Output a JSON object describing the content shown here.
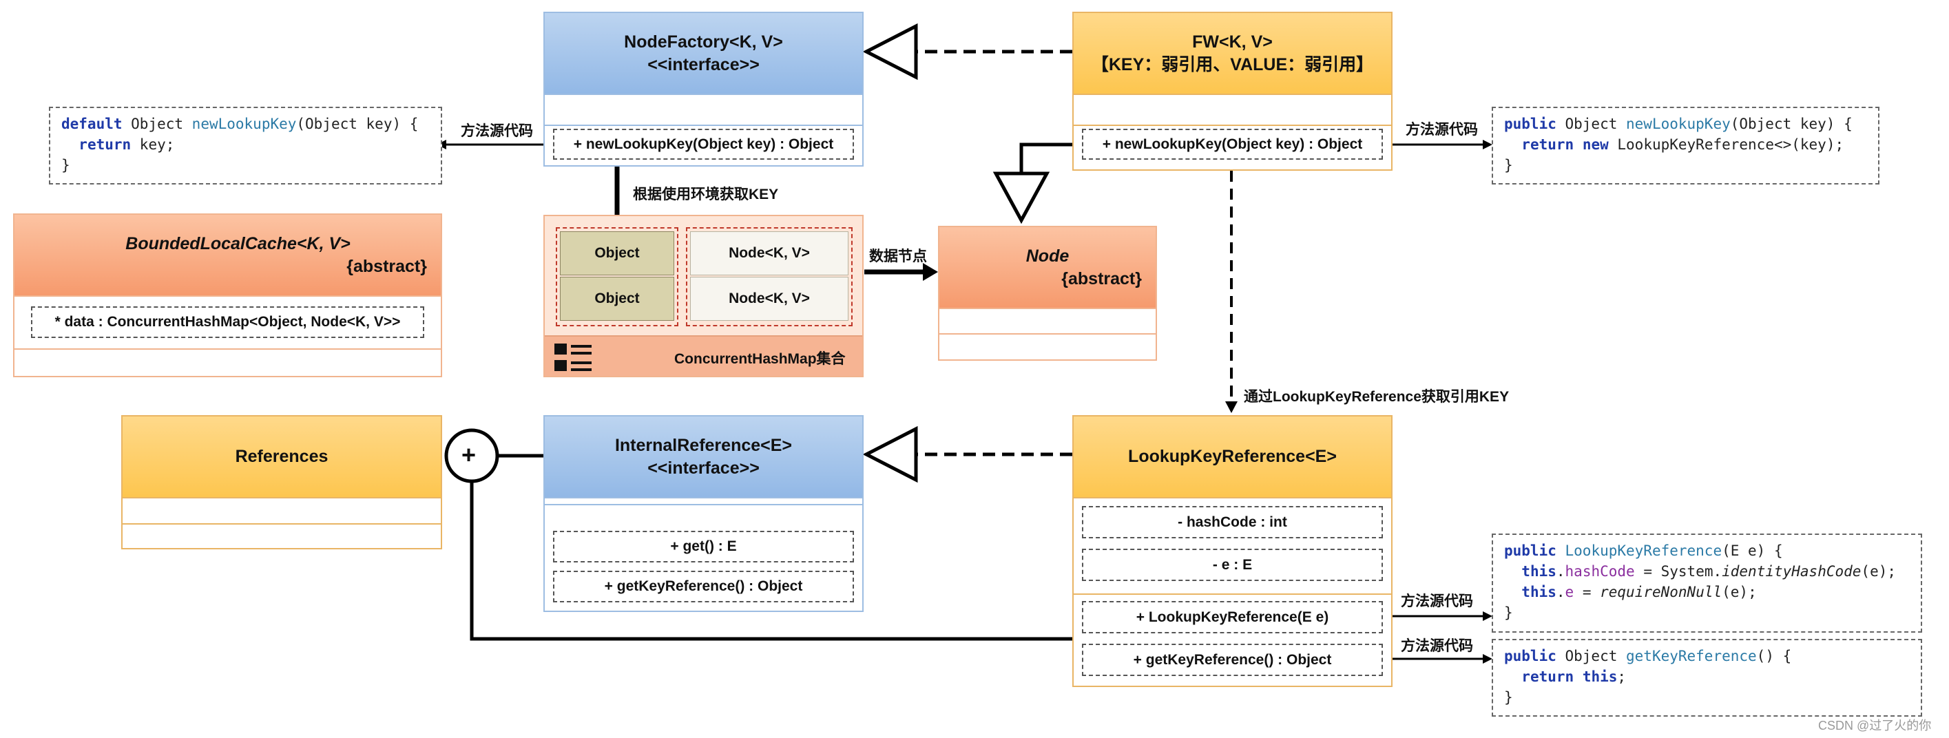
{
  "diagram": {
    "node_factory": {
      "title": "NodeFactory<K, V>",
      "stereotype": "<<interface>>",
      "method": "+ newLookupKey(Object key) : Object"
    },
    "fw": {
      "title": "FW<K, V>",
      "subtitle": "【KEY：弱引用、VALUE：弱引用】",
      "method": "+ newLookupKey(Object key) : Object"
    },
    "bounded_cache": {
      "title": "BoundedLocalCache<K, V>",
      "modifier": "{abstract}",
      "field": "* data : ConcurrentHashMap<Object, Node<K, V>>"
    },
    "node": {
      "title": "Node",
      "modifier": "{abstract}"
    },
    "map_table": {
      "rows": [
        {
          "key": "Object",
          "value": "Node<K, V>"
        },
        {
          "key": "Object",
          "value": "Node<K, V>"
        }
      ],
      "caption": "ConcurrentHashMap集合"
    },
    "references": {
      "title": "References"
    },
    "internal_reference": {
      "title": "InternalReference<E>",
      "stereotype": "<<interface>>",
      "methods": [
        "+ get() : E",
        "+ getKeyReference() : Object"
      ]
    },
    "lookup_key_reference": {
      "title": "LookupKeyReference<E>",
      "fields": [
        "- hashCode : int",
        "- e : E"
      ],
      "methods": [
        "+ LookupKeyReference(E e)",
        "+ getKeyReference() : Object"
      ]
    },
    "labels": {
      "source_code": "方法源代码",
      "get_key_by_env": "根据使用环境获取KEY",
      "data_node": "数据节点",
      "via_lookup": "通过LookupKeyReference获取引用KEY",
      "plus_symbol": "+"
    },
    "code_snippets": {
      "nodefactory": {
        "l1_kw": "default",
        "l1_a": " Object ",
        "l1_fn": "newLookupKey",
        "l1_b": "(Object key) {",
        "l2_kw": "return",
        "l2_a": " key;",
        "l3": "}"
      },
      "fw": {
        "l1_kw": "public",
        "l1_a": " Object ",
        "l1_fn": "newLookupKey",
        "l1_b": "(Object key) {",
        "l2_kw1": "return",
        "l2_kw2": "new",
        "l2_a": " LookupKeyReference<>(key);",
        "l3": "}"
      },
      "ctor": {
        "l1_kw": "public",
        "l1_fn": "LookupKeyReference",
        "l1_b": "(E e) {",
        "l2_kw": "this",
        "l2_fd": "hashCode",
        "l2_a": " = System.",
        "l2_it": "identityHashCode",
        "l2_b": "(e);",
        "l3_kw": "this",
        "l3_fd": "e",
        "l3_a": " = ",
        "l3_it": "requireNonNull",
        "l3_b": "(e);",
        "l4": "}"
      },
      "getkey": {
        "l1_kw": "public",
        "l1_a": " Object ",
        "l1_fn": "getKeyReference",
        "l1_b": "() {",
        "l2_kw1": "return",
        "l2_kw2": "this",
        "l2_a": ";",
        "l3": "}"
      }
    },
    "watermark": "CSDN @过了火的你"
  }
}
